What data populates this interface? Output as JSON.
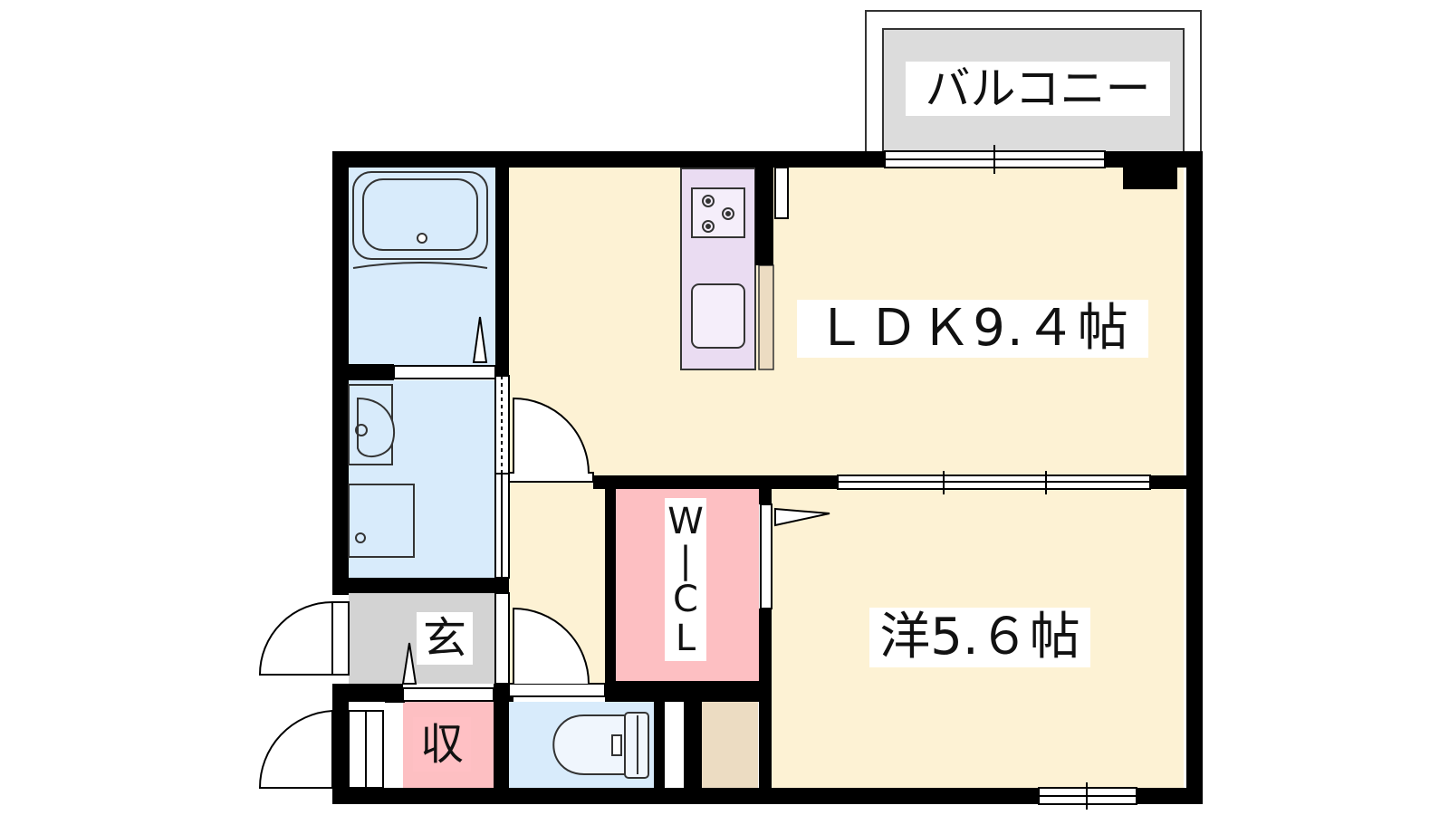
{
  "rooms": {
    "balcony": "バルコニー",
    "ldk": "ＬＤＫ9.４帖",
    "bedroom": "洋5.６帖",
    "genkan": "玄",
    "storage": "収",
    "wcl": [
      "W",
      "|",
      "C",
      "L"
    ]
  },
  "colors": {
    "wall": "#000000",
    "ldk_floor": "#fdf2d4",
    "bedroom_floor": "#fdf2d4",
    "wet_area": "#d8ebfb",
    "kitchen_counter": "#eadcf2",
    "wcl_floor": "#fdbfc2",
    "storage_floor": "#fdbfc2",
    "genkan_floor": "#d3d3d3",
    "balcony_floor": "#dcdcdc",
    "closet_floor": "#ecdcc2"
  },
  "icons": [
    "bathtub-icon",
    "washbasin-icon",
    "washing-machine-pan-icon",
    "toilet-icon",
    "stove-burners-icon",
    "kitchen-sink-icon",
    "door-swing-icon",
    "sliding-window-icon",
    "fridge-space-icon"
  ]
}
